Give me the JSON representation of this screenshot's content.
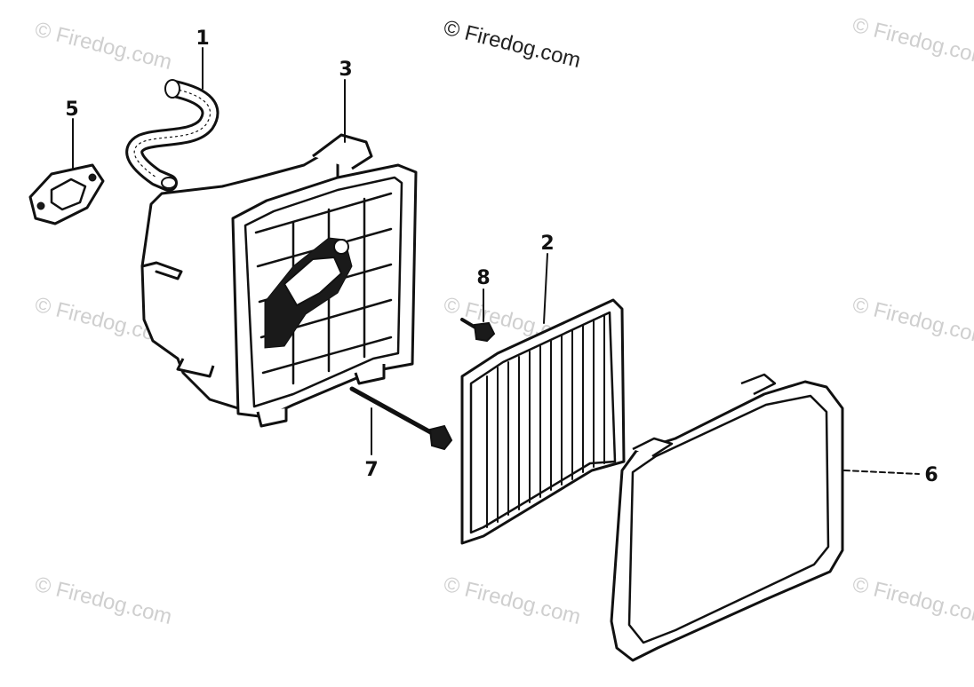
{
  "watermark": {
    "main": "© Firedog.com",
    "tile": "© Firedog.com"
  },
  "callouts": {
    "c1": "1",
    "c2": "2",
    "c3": "3",
    "c5": "5",
    "c6": "6",
    "c7": "7",
    "c8": "8"
  }
}
